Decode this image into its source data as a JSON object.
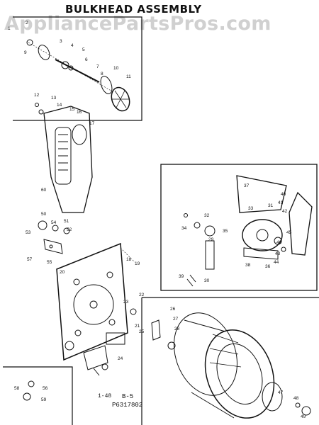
{
  "diagram": {
    "title": "BULKHEAD ASSEMBLY",
    "watermark": "AppliancePartsPros.com",
    "page_ref": "B-5",
    "part_number": "P6317802",
    "dash_mark": "1-48"
  },
  "callouts": [
    "1",
    "2",
    "3",
    "4",
    "5",
    "6",
    "7",
    "8",
    "9",
    "10",
    "11",
    "12",
    "13",
    "14",
    "15",
    "16",
    "17",
    "18",
    "19",
    "20",
    "21",
    "22",
    "23",
    "24",
    "25",
    "26",
    "27",
    "28",
    "29",
    "30",
    "31",
    "32",
    "33",
    "34",
    "35",
    "36",
    "37",
    "38",
    "39",
    "40",
    "41",
    "42",
    "43",
    "44",
    "45",
    "46",
    "47",
    "48",
    "49",
    "50",
    "51",
    "52",
    "53",
    "54",
    "55",
    "56",
    "57",
    "58",
    "59",
    "60"
  ]
}
